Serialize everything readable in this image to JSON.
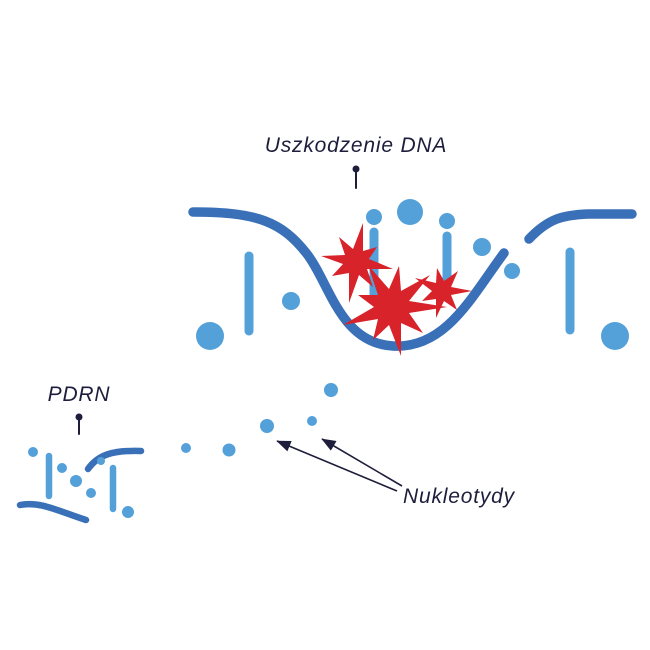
{
  "diagram": {
    "title": "DNA damage and nucleotides diagram",
    "labels": {
      "damage": "Uszkodzenie DNA",
      "pdrn": "PDRN",
      "nucleotides": "Nukleotydy"
    },
    "colors": {
      "strand_blue": "#3a70b8",
      "nucleotide_blue": "#54a0d8",
      "damage_red": "#d8232a",
      "text_navy": "#1e1e3c",
      "background": "#ffffff"
    }
  }
}
